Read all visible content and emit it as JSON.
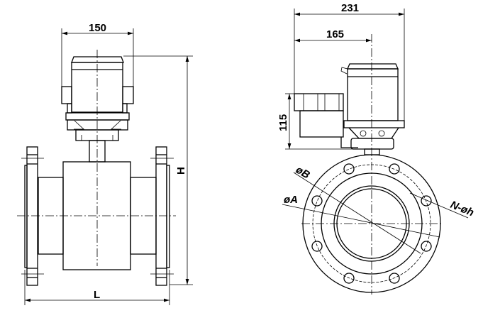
{
  "front_view": {
    "width_dim": "150",
    "height_dim": "H",
    "length_dim": "L"
  },
  "side_view": {
    "overall_dim": "231",
    "offset_dim": "165",
    "box_height_dim": "115",
    "bolt_circle_label": "øB",
    "flange_od_label": "øA",
    "bolt_holes_label": "N-øh"
  }
}
